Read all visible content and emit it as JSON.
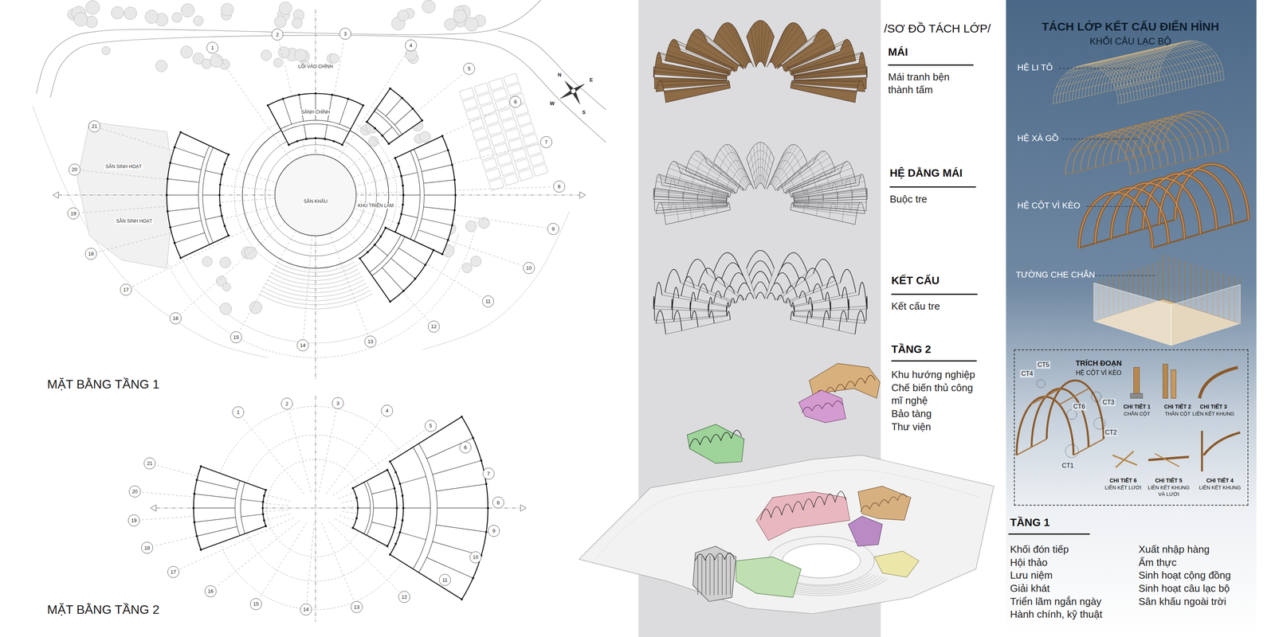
{
  "diagram": {
    "nodes": [
      {
        "text": [
          "TRÍCH ĐOẠN",
          "HỆ CỘT VÌ KÈO"
        ]
      }
    ],
    "labels": [
      "MẶT BẰNG TẦNG 1",
      "MẶT BẰNG TẦNG 2",
      "N",
      "E",
      "S",
      "W",
      "LỐI VÀO CHÍNH",
      "SẢNH CHÍNH",
      "SÂN SINH HOẠT",
      "SÂN SINH HOẠT",
      "KHU TRIỂN LÃM",
      "SÂN KHẤU",
      "/SƠ ĐỒ TÁCH LỚP/",
      "MÁI",
      "Mái tranh bện thành tấm",
      "HỆ DẰNG MÁI",
      "Buộc tre",
      "KẾT CẤU",
      "Kết cấu tre",
      "TẦNG 2",
      "Khu hướng nghiệp",
      "Chế biến thủ công mĩ nghệ",
      "Bảo tàng",
      "Thư viện",
      "TÁCH LỚP KẾT CẤU ĐIỂN HÌNH",
      "KHỐI CÂU LẠC BỘ",
      "HỆ LI TÔ",
      "HỆ XÀ GỒ",
      "HỆ CỘT VÌ KÈO",
      "TƯỜNG CHE CHẮN",
      "CT5",
      "CT4",
      "CT6",
      "CT3",
      "CT2",
      "CT1",
      "CHI TIẾT 1",
      "CHÂN CỘT",
      "CHI TIẾT 2",
      "THÂN CỘT",
      "CHI TIẾT 3",
      "LIÊN KẾT KHUNG",
      "CHI TIẾT 6",
      "LIÊN KẾT LƯỚI",
      "CHI TIẾT 5",
      "LIÊN KẾT KHUNG VÀ LƯỚI",
      "CHI TIẾT 4",
      "LIÊN KẾT KHUNG",
      "TẦNG 1",
      "Khối đón tiếp",
      "Hội thảo",
      "Lưu niệm",
      "Giải khát",
      "Triển lãm ngắn ngày",
      "Hành chính, kỹ thuật",
      "Xuất nhập hàng",
      "Ẩm thực",
      "Sinh hoạt cộng đồng",
      "Sinh hoạt câu lạc bộ",
      "Sân khấu ngoài trời",
      "1",
      "2",
      "3",
      "4",
      "5",
      "6",
      "7",
      "8",
      "9",
      "10",
      "11",
      "12",
      "13",
      "14",
      "15",
      "16",
      "17",
      "18",
      "19",
      "20",
      "21",
      "1",
      "2",
      "3",
      "4",
      "5",
      "6",
      "7",
      "8",
      "9",
      "10",
      "11",
      "12",
      "13",
      "14",
      "15",
      "16",
      "17",
      "18",
      "19",
      "20",
      "21"
    ]
  }
}
